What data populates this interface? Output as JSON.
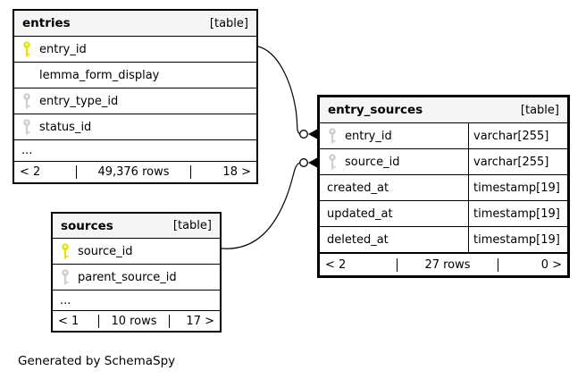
{
  "diagram": {
    "credit": "Generated by SchemaSpy",
    "colors": {
      "primary_key_icon": "#e5e500",
      "foreign_key_icon": "#cfcfcf",
      "header_background": "#f5f5f5",
      "border": "#000000"
    },
    "tables": [
      {
        "name": "entries",
        "tag": "[table]",
        "columns": [
          {
            "icon": "primary-key-icon",
            "name": "entry_id"
          },
          {
            "icon": null,
            "name": "lemma_form_display"
          },
          {
            "icon": "foreign-key-icon",
            "name": "entry_type_id"
          },
          {
            "icon": "foreign-key-icon",
            "name": "status_id"
          }
        ],
        "ellipsis": "...",
        "footer": {
          "left": "< 2",
          "center": "49,376 rows",
          "right": "18 >"
        }
      },
      {
        "name": "entry_sources",
        "tag": "[table]",
        "columns": [
          {
            "icon": "foreign-key-icon",
            "name": "entry_id",
            "type": "varchar[255]"
          },
          {
            "icon": "foreign-key-icon",
            "name": "source_id",
            "type": "varchar[255]"
          },
          {
            "icon": null,
            "name": "created_at",
            "type": "timestamp[19]"
          },
          {
            "icon": null,
            "name": "updated_at",
            "type": "timestamp[19]"
          },
          {
            "icon": null,
            "name": "deleted_at",
            "type": "timestamp[19]"
          }
        ],
        "footer": {
          "left": "< 2",
          "center": "27 rows",
          "right": "0 >"
        }
      },
      {
        "name": "sources",
        "tag": "[table]",
        "columns": [
          {
            "icon": "primary-key-icon",
            "name": "source_id"
          },
          {
            "icon": "foreign-key-icon",
            "name": "parent_source_id"
          }
        ],
        "ellipsis": "...",
        "footer": {
          "left": "< 1",
          "center": "10 rows",
          "right": "17 >"
        }
      }
    ],
    "relationships": [
      {
        "from": "entries.entry_id",
        "to": "entry_sources.entry_id"
      },
      {
        "from": "sources.source_id",
        "to": "entry_sources.source_id"
      }
    ]
  }
}
